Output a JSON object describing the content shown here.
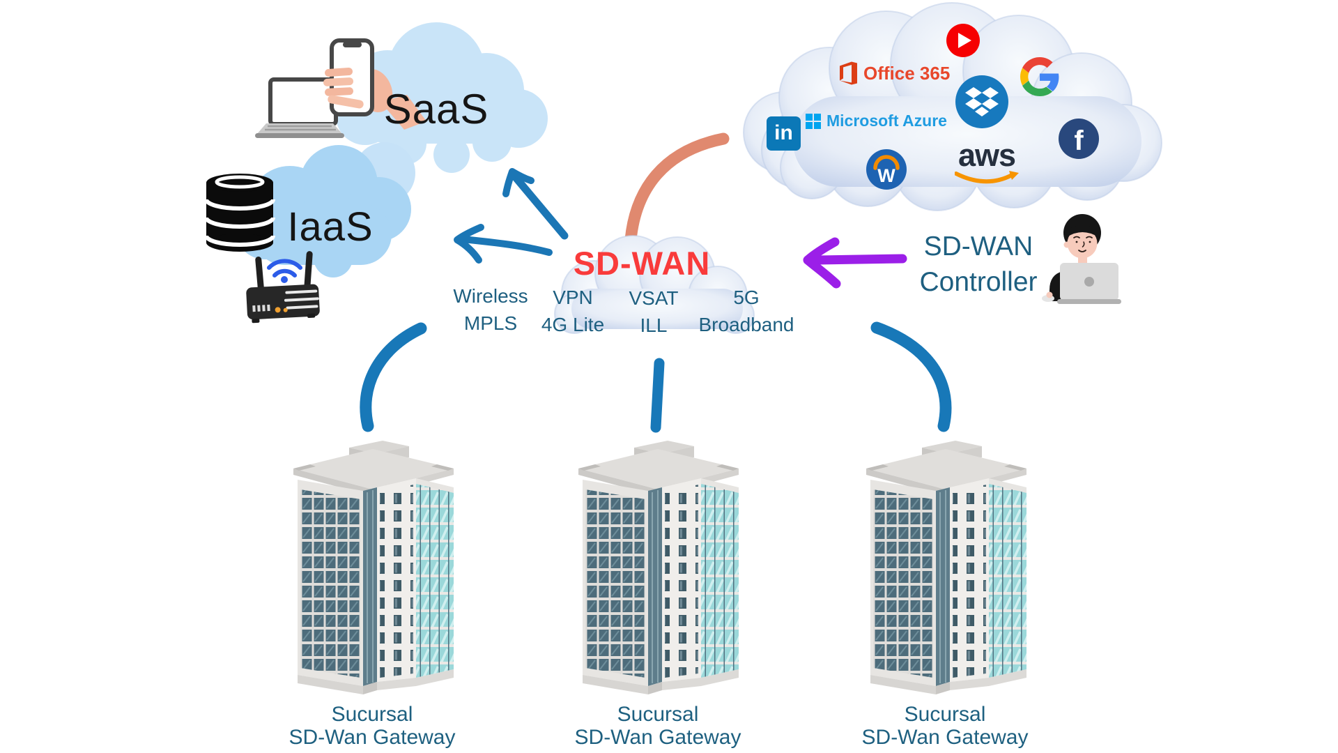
{
  "colors": {
    "arrow_blue": "#1B76B5",
    "arc_salmon": "#E0896F",
    "arrow_purple": "#9B1FE8",
    "sdwan_red": "#F93B3B",
    "label_teal": "#1E5F80",
    "saas_cloud_fill": "#C9E4F8",
    "iaas_cloud_fill": "#A9D5F4",
    "watercolor_cloud_edge": "#C7D4EC"
  },
  "saas": {
    "label": "SaaS",
    "icons": [
      "laptop-icon",
      "phone-in-hand-icon"
    ]
  },
  "iaas": {
    "label": "IaaS",
    "icons": [
      "database-icon",
      "wifi-router-icon"
    ]
  },
  "sdwan_cloud": {
    "label": "SD-WAN",
    "links": [
      {
        "line1": "Wireless",
        "line2": "MPLS"
      },
      {
        "line1": "VPN",
        "line2": "4G Lite"
      },
      {
        "line1": "VSAT",
        "line2": "ILL"
      },
      {
        "line1": "5G",
        "line2": "Broadband"
      }
    ]
  },
  "apps_cloud": {
    "logos": [
      "youtube-icon",
      "office-365-icon",
      "google-icon",
      "dropbox-icon",
      "linkedin-icon",
      "microsoft-azure-icon",
      "workday-icon",
      "aws-icon",
      "facebook-icon"
    ],
    "office365_label": "Office 365",
    "azure_label": "Microsoft Azure",
    "aws_label": "aws",
    "linkedin_glyph": "in",
    "workday_glyph": "W",
    "facebook_glyph": "f"
  },
  "controller": {
    "line1": "SD-WAN",
    "line2": "Controller"
  },
  "branches": [
    {
      "line1": "Sucursal",
      "line2": "SD-Wan Gateway"
    },
    {
      "line1": "Sucursal",
      "line2": "SD-Wan Gateway"
    },
    {
      "line1": "Sucursal",
      "line2": "SD-Wan Gateway"
    }
  ]
}
